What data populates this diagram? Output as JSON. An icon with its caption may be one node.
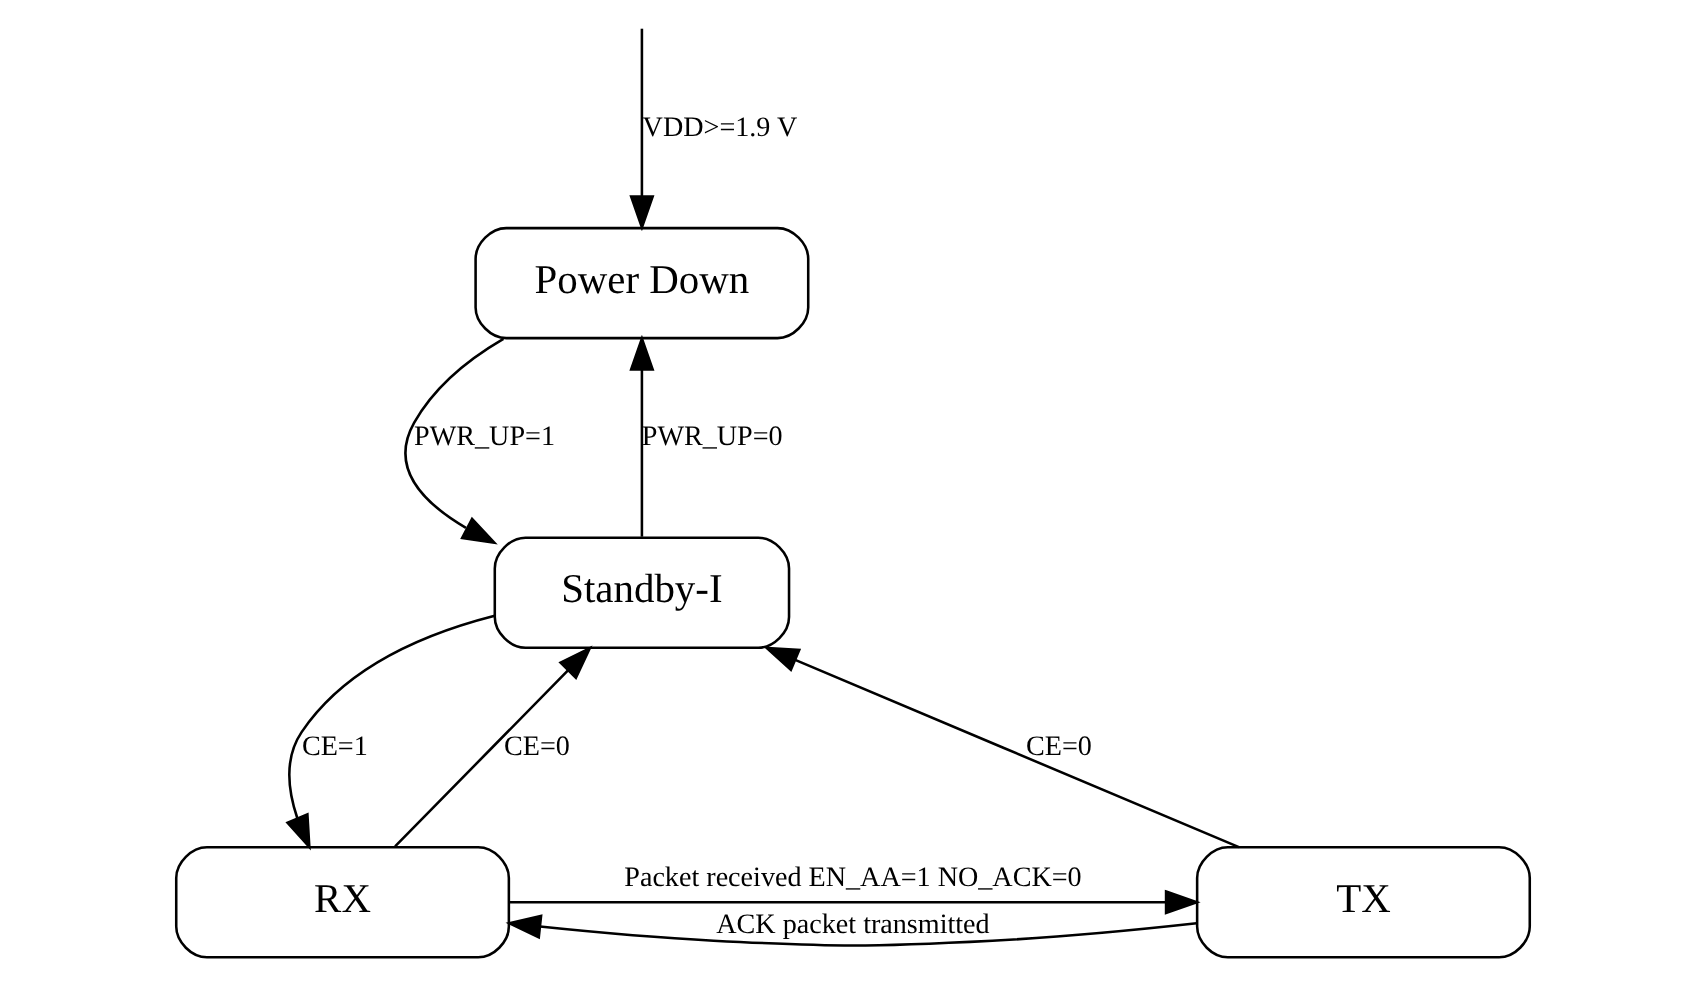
{
  "diagram": {
    "nodes": [
      {
        "text": [
          "Power Down"
        ]
      },
      {
        "text": [
          "Standby-I"
        ]
      },
      {
        "text": [
          "RX"
        ]
      },
      {
        "text": [
          "TX"
        ]
      }
    ],
    "edges": [
      {
        "from": null,
        "to": 0,
        "arrow": "to",
        "label": "VDD>=1.9 V"
      },
      {
        "from": 0,
        "to": 1,
        "arrow": "to",
        "label": "PWR_UP=1"
      },
      {
        "from": 1,
        "to": 0,
        "arrow": "to",
        "label": "PWR_UP=0"
      },
      {
        "from": 1,
        "to": 2,
        "arrow": "to",
        "label": "CE=1"
      },
      {
        "from": 2,
        "to": 1,
        "arrow": "to",
        "label": "CE=0"
      },
      {
        "from": 3,
        "to": 1,
        "arrow": "to",
        "label": "CE=0"
      },
      {
        "from": 3,
        "to": 2,
        "arrow": "to",
        "label": "ACK packet transmitted"
      },
      {
        "from": 2,
        "to": 3,
        "arrow": "to",
        "label": "Packet received EN_AA=1 NO_ACK=0"
      }
    ]
  }
}
